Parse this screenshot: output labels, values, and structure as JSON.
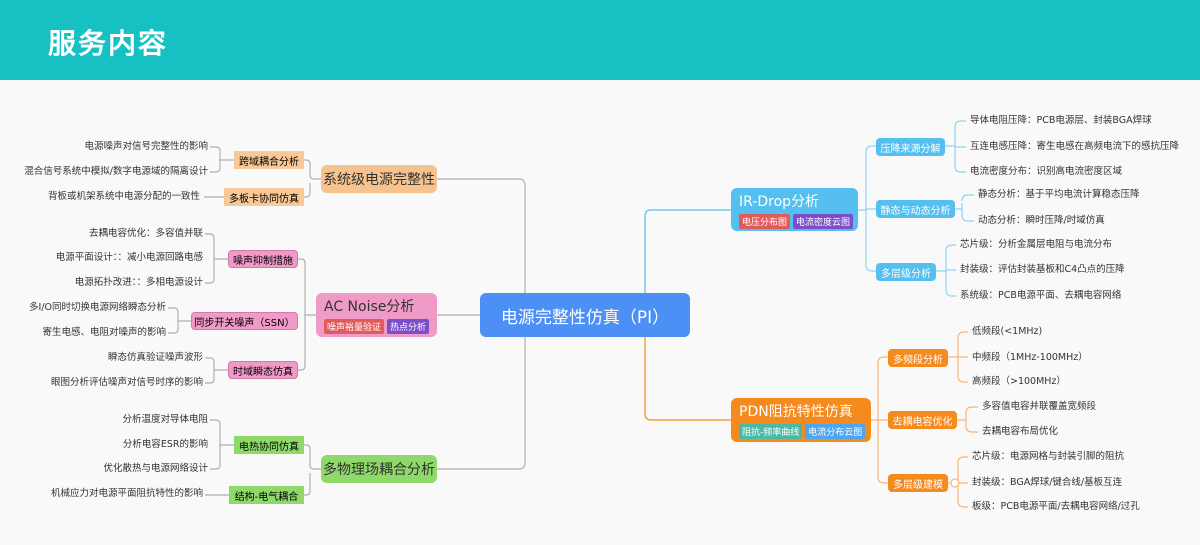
{
  "header": {
    "title": "服务内容"
  },
  "center": {
    "label": "电源完整性仿真（PI）"
  },
  "left": {
    "system": {
      "label": "系统级电源完整性",
      "subs": [
        {
          "label": "跨域耦合分析",
          "leaves": [
            "电源噪声对信号完整性的影响",
            "混合信号系统中模拟/数字电源域的隔离设计"
          ]
        },
        {
          "label": "多板卡协同仿真",
          "leaves": [
            "背板或机架系统中电源分配的一致性"
          ]
        }
      ]
    },
    "ac": {
      "label": "AC Noise分析",
      "tags": [
        "噪声裕量验证",
        "热点分析"
      ],
      "subs": [
        {
          "label": "噪声抑制措施",
          "leaves": [
            "去耦电容优化：多容值并联",
            "电源平面设计：：减小电源回路电感",
            "电源拓扑改进：：多相电源设计"
          ]
        },
        {
          "label": "同步开关噪声（SSN）",
          "leaves": [
            "多I/O同时切换电源网络瞬态分析",
            "寄生电感、电阻对噪声的影响"
          ]
        },
        {
          "label": "时域瞬态仿真",
          "leaves": [
            "瞬态仿真验证噪声波形",
            "眼图分析评估噪声对信号时序的影响"
          ]
        }
      ]
    },
    "multi": {
      "label": "多物理场耦合分析",
      "subs": [
        {
          "label": "电热协同仿真",
          "leaves": [
            "分析温度对导体电阻",
            "分析电容ESR的影响",
            "优化散热与电源网络设计"
          ]
        },
        {
          "label": "结构-电气耦合",
          "leaves": [
            "机械应力对电源平面阻抗特性的影响"
          ]
        }
      ]
    }
  },
  "right": {
    "ir": {
      "label": "IR-Drop分析",
      "tags": [
        "电压分布图",
        "电流密度云图"
      ],
      "subs": [
        {
          "label": "压降来源分解",
          "leaves": [
            "导体电阻压降：PCB电源层、封装BGA焊球",
            "互连电感压降：寄生电感在高频电流下的感抗压降",
            "电流密度分布：识别高电流密度区域"
          ]
        },
        {
          "label": "静态与动态分析",
          "leaves": [
            "静态分析：基于平均电流计算稳态压降",
            "动态分析：瞬时压降/时域仿真"
          ]
        },
        {
          "label": "多层级分析",
          "leaves": [
            "芯片级：分析金属层电阻与电流分布",
            "封装级：评估封装基板和C4凸点的压降",
            "系统级：PCB电源平面、去耦电容网络"
          ]
        }
      ]
    },
    "pdn": {
      "label": "PDN阻抗特性仿真",
      "tags": [
        "阻抗-频率曲线",
        "电流分布云图"
      ],
      "subs": [
        {
          "label": "多频段分析",
          "leaves": [
            "低频段(<1MHz)",
            "中频段（1MHz-100MHz）",
            "高频段（>100MHz）"
          ]
        },
        {
          "label": "去耦电容优化",
          "leaves": [
            "多容值电容并联覆盖宽频段",
            "去耦电容布局优化"
          ]
        },
        {
          "label": "多层级建模",
          "leaves": [
            "芯片级：电源网格与封装引脚的阻抗",
            "封装级：BGA焊球/键合线/基板互连",
            "板级：PCB电源平面/去耦电容网络/过孔"
          ]
        }
      ]
    }
  },
  "colors": {
    "header": "#17c1c3",
    "center": "#4c8ff5",
    "system": "#f6c38f",
    "ac": "#f09ac8",
    "multi": "#8fd86a",
    "ir": "#55bfef",
    "pdn": "#f58a1f"
  }
}
